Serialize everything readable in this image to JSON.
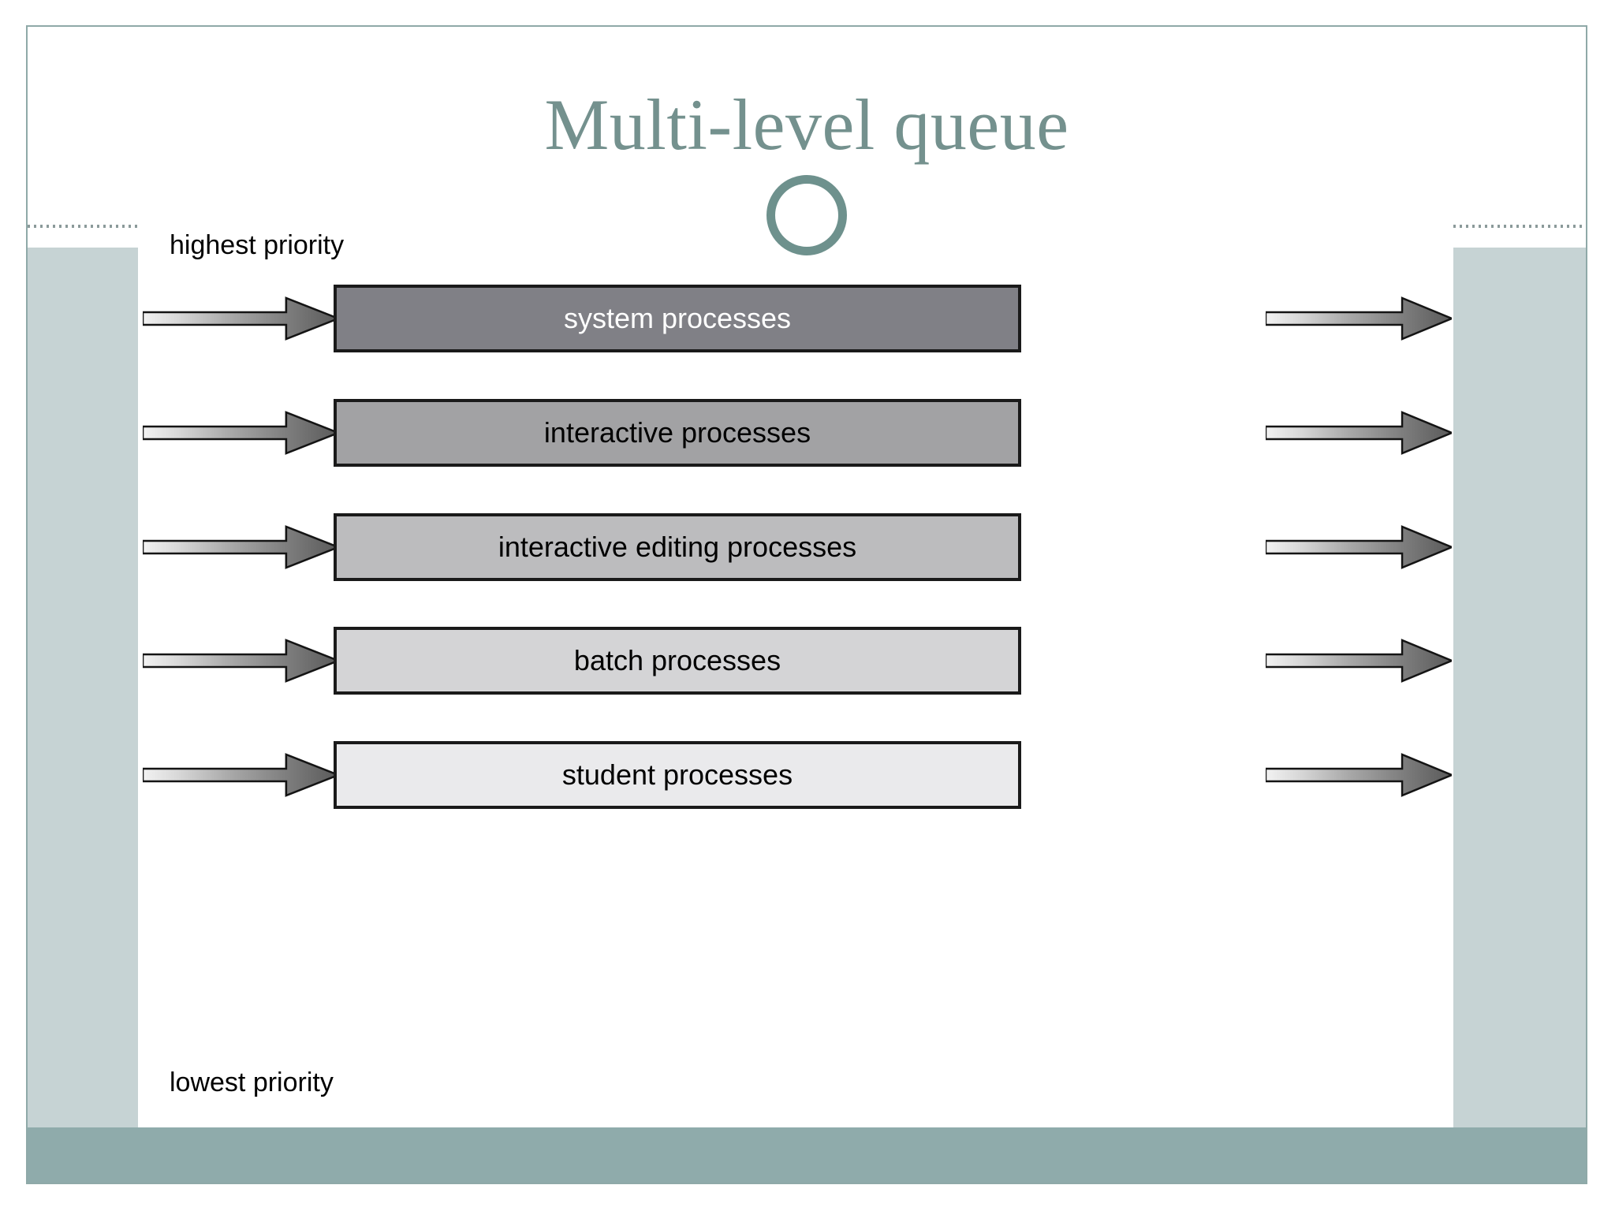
{
  "slide": {
    "title": "Multi-level queue",
    "title_color": "#74918e",
    "band_color": "#c6d3d4",
    "footer_color": "#8fabab",
    "border_color": "#8fa9a8",
    "ornament": "circle-ornament"
  },
  "diagram": {
    "top_label": "highest priority",
    "bottom_label": "lowest priority",
    "arrow_in_icon": "arrow-right-icon",
    "arrow_out_icon": "arrow-right-icon",
    "queues": [
      {
        "label": "system processes",
        "fill": "#808086",
        "text_color": "#ffffff",
        "priority_rank": 1
      },
      {
        "label": "interactive processes",
        "fill": "#a2a2a4",
        "text_color": "#000000",
        "priority_rank": 2
      },
      {
        "label": "interactive editing processes",
        "fill": "#bcbcbe",
        "text_color": "#000000",
        "priority_rank": 3
      },
      {
        "label": "batch processes",
        "fill": "#d4d4d6",
        "text_color": "#000000",
        "priority_rank": 4
      },
      {
        "label": "student processes",
        "fill": "#eaeaec",
        "text_color": "#000000",
        "priority_rank": 5
      }
    ]
  }
}
